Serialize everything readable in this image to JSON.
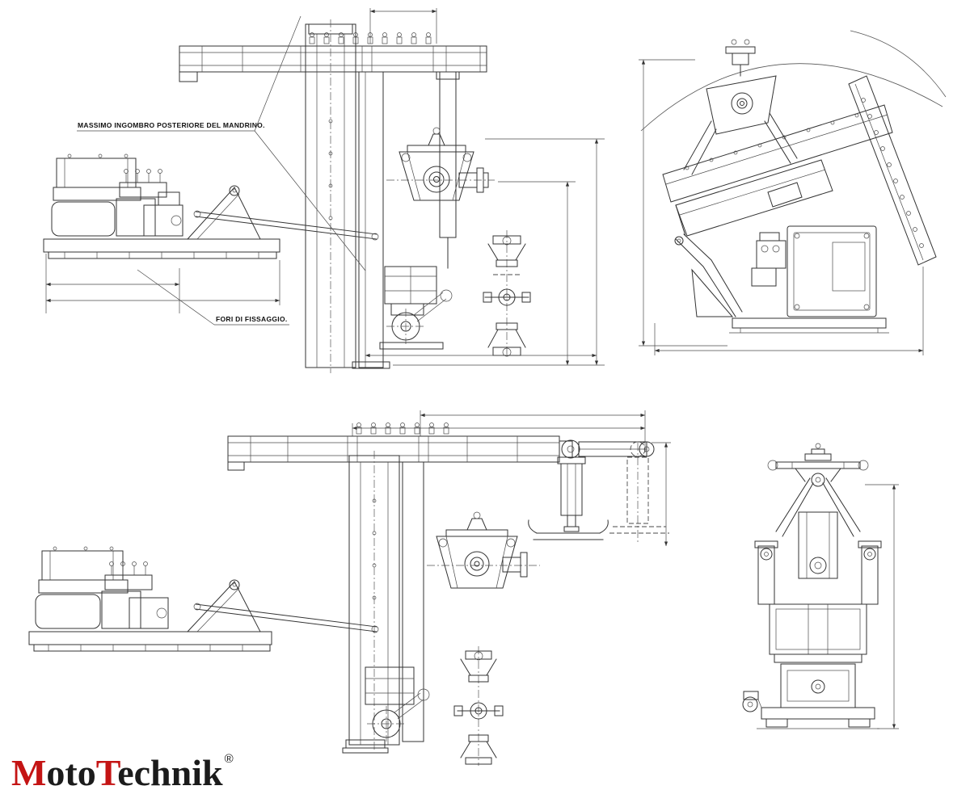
{
  "sheet": {
    "background": "#ffffff",
    "line_color": "#333333"
  },
  "annotations": {
    "rear_overhang": "MASSIMO INGOMBRO POSTERIORE DEL MANDRINO.",
    "mounting_holes": "FORI DI FISSAGGIO."
  },
  "logo": {
    "m": "M",
    "oto": "oto",
    "t": "T",
    "echnik": "echnik",
    "registered": "®",
    "accent_color": "#c41414",
    "text_color": "#1b1b1b"
  }
}
